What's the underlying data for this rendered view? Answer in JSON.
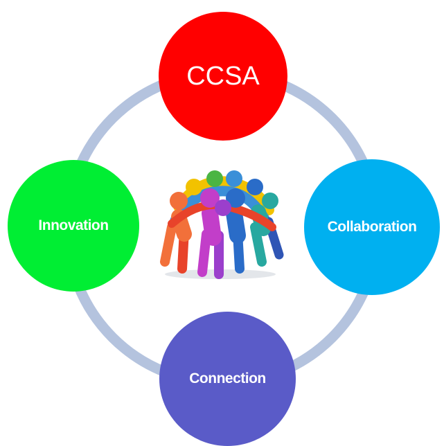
{
  "diagram": {
    "center_image": "team-huddle-figures-icon",
    "ring_color": "#b4c3de",
    "nodes": [
      {
        "id": "ccsa",
        "label": "CCSA",
        "color": "#ff0000"
      },
      {
        "id": "collaboration",
        "label": "Collaboration",
        "color": "#00b0f0"
      },
      {
        "id": "connection",
        "label": "Connection",
        "color": "#5a5bc8"
      },
      {
        "id": "innovation",
        "label": "Innovation",
        "color": "#00ee33"
      }
    ]
  }
}
